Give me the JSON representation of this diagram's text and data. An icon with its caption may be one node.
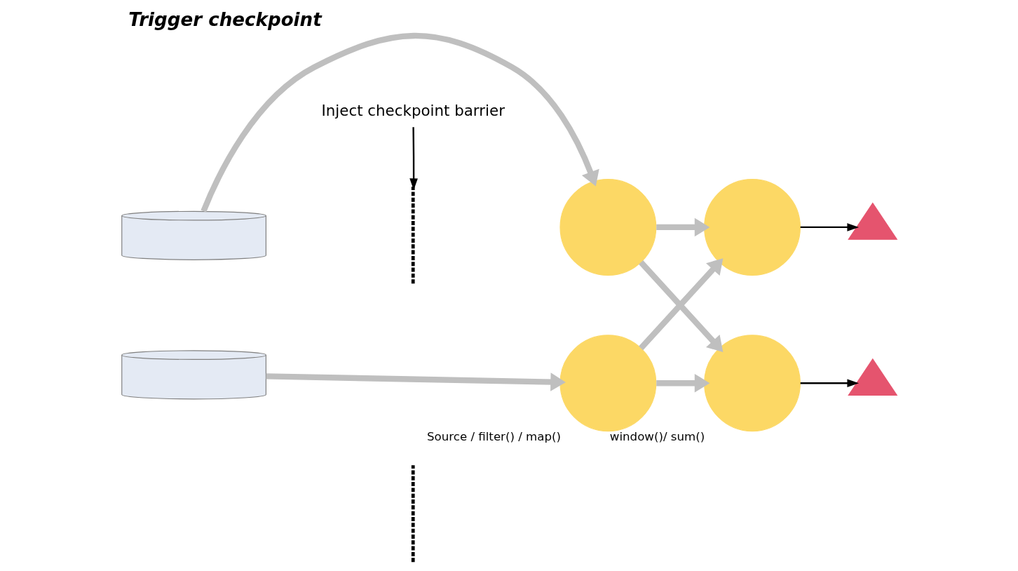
{
  "diagram": {
    "title": "Trigger checkpoint",
    "nodes": [
      {
        "text": [],
        "shape": "cylinder"
      },
      {
        "text": [],
        "shape": "cylinder"
      },
      {
        "text": [],
        "shape": "circle"
      },
      {
        "text": [],
        "shape": "circle",
        "beside": [
          "Source / filter() / map()"
        ]
      },
      {
        "text": [],
        "shape": "circle"
      },
      {
        "text": [],
        "shape": "circle",
        "beside": [
          "window()/ sum()"
        ]
      },
      {
        "text": [],
        "shape": "triangle"
      },
      {
        "text": [],
        "shape": "triangle"
      },
      {
        "text": [
          "Inject checkpoint barrier"
        ]
      },
      {
        "text": [],
        "shape": "line"
      },
      {
        "text": [],
        "shape": "line"
      }
    ],
    "edges": [
      {
        "from": 0,
        "to": 2,
        "arrow": "to"
      },
      {
        "from": 1,
        "to": 3,
        "arrow": "to"
      },
      {
        "from": 2,
        "to": 4,
        "arrow": "to"
      },
      {
        "from": 2,
        "to": 5,
        "arrow": "to"
      },
      {
        "from": 3,
        "to": 4,
        "arrow": "to"
      },
      {
        "from": 3,
        "to": 5,
        "arrow": "to"
      },
      {
        "from": 4,
        "to": 6,
        "arrow": "to",
        "color": "#000000"
      },
      {
        "from": 5,
        "to": 7,
        "arrow": "to",
        "color": "#000000"
      },
      {
        "from": 8,
        "to": 9,
        "arrow": "to",
        "color": "#000000"
      }
    ]
  }
}
